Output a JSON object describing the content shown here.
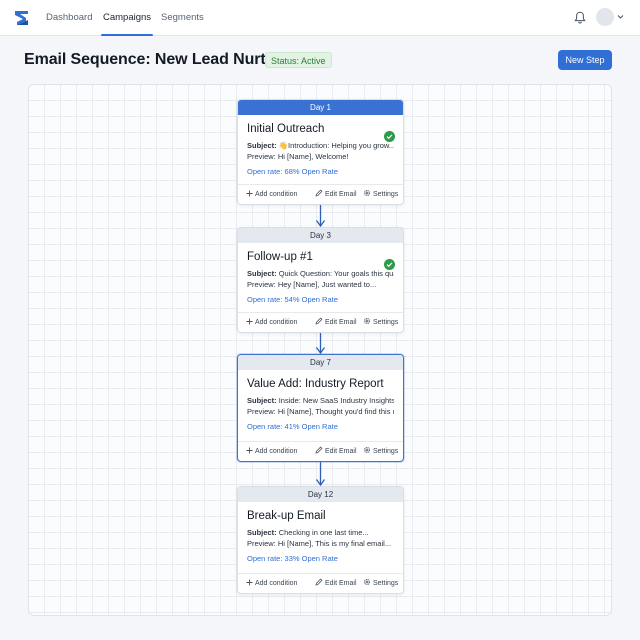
{
  "nav": {
    "tabs": [
      {
        "label": "Dashboard"
      },
      {
        "label": "Campaigns",
        "active": true
      },
      {
        "label": "Segments"
      }
    ],
    "icons": [
      "logo-icon",
      "bell-icon",
      "avatar",
      "chevron-down-icon"
    ]
  },
  "header": {
    "title": "Email Sequence: New Lead Nurture",
    "status": "Status: Active",
    "new_step_label": "New Step"
  },
  "colors": {
    "accent": "#2f6fd6",
    "status_green": "#2e7d3d",
    "check_green": "#2e9a49"
  },
  "steps": [
    {
      "day": "Day 1",
      "title": "Initial Outreach",
      "subject_label": "Subject:",
      "subject": "👋Introduction: Helping you grow...",
      "preview": "Preview: Hi [Name], Welcome!",
      "open_rate": "Open rate: 68% Open Rate",
      "completed": true,
      "add_condition": "Add condition",
      "edit_email": "Edit Email",
      "settings": "Settings"
    },
    {
      "day": "Day 3",
      "title": "Follow-up #1",
      "subject_label": "Subject:",
      "subject": "Quick Question: Your goals this quarter...",
      "preview": "Preview: Hey [Name], Just wanted to...",
      "open_rate": "Open rate: 54% Open Rate",
      "completed": true,
      "add_condition": "Add condition",
      "edit_email": "Edit Email",
      "settings": "Settings"
    },
    {
      "day": "Day 7",
      "title": "Value Add: Industry Report",
      "subject_label": "Subject:",
      "subject": "Inside: New SaaS Industry Insights...",
      "preview": "Preview: Hi [Name], Thought you'd find this useful...",
      "open_rate": "Open rate: 41% Open Rate",
      "completed": false,
      "add_condition": "Add condition",
      "edit_email": "Edit Email",
      "settings": "Settings"
    },
    {
      "day": "Day 12",
      "title": "Break-up Email",
      "subject_label": "Subject:",
      "subject": "Checking in one last time...",
      "preview": "Preview: Hi [Name], This is my final email...",
      "open_rate": "Open rate: 33% Open Rate",
      "completed": false,
      "add_condition": "Add condition",
      "edit_email": "Edit Email",
      "settings": "Settings"
    }
  ]
}
